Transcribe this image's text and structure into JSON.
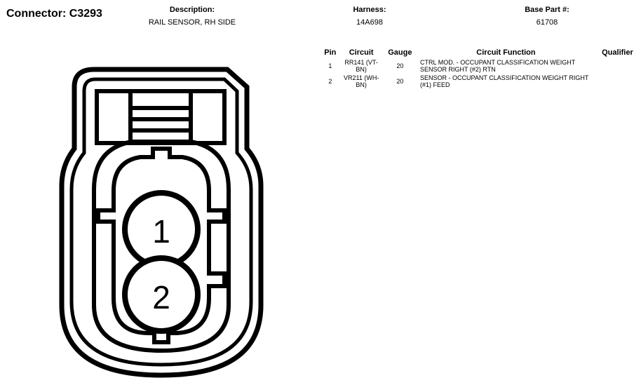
{
  "connector": {
    "title": "Connector: C3293"
  },
  "header": {
    "description_label": "Description:",
    "description_value": "RAIL SENSOR, RH SIDE",
    "harness_label": "Harness:",
    "harness_value": "14A698",
    "base_part_label": "Base Part #:",
    "base_part_value": "61708"
  },
  "pin_table": {
    "columns": [
      "Pin",
      "Circuit",
      "Gauge",
      "Circuit Function",
      "Qualifier"
    ],
    "rows": [
      {
        "pin": "1",
        "circuit": "RR141 (VT-BN)",
        "gauge": "20",
        "function": "CTRL MOD. - OCCUPANT CLASSIFICATION WEIGHT SENSOR RIGHT (#2) RTN",
        "qualifier": ""
      },
      {
        "pin": "2",
        "circuit": "VR211 (WH-BN)",
        "gauge": "20",
        "function": "SENSOR - OCCUPANT CLASSIFICATION WEIGHT RIGHT (#1) FEED",
        "qualifier": ""
      }
    ]
  },
  "diagram": {
    "cavity_1_label": "1",
    "cavity_2_label": "2"
  }
}
